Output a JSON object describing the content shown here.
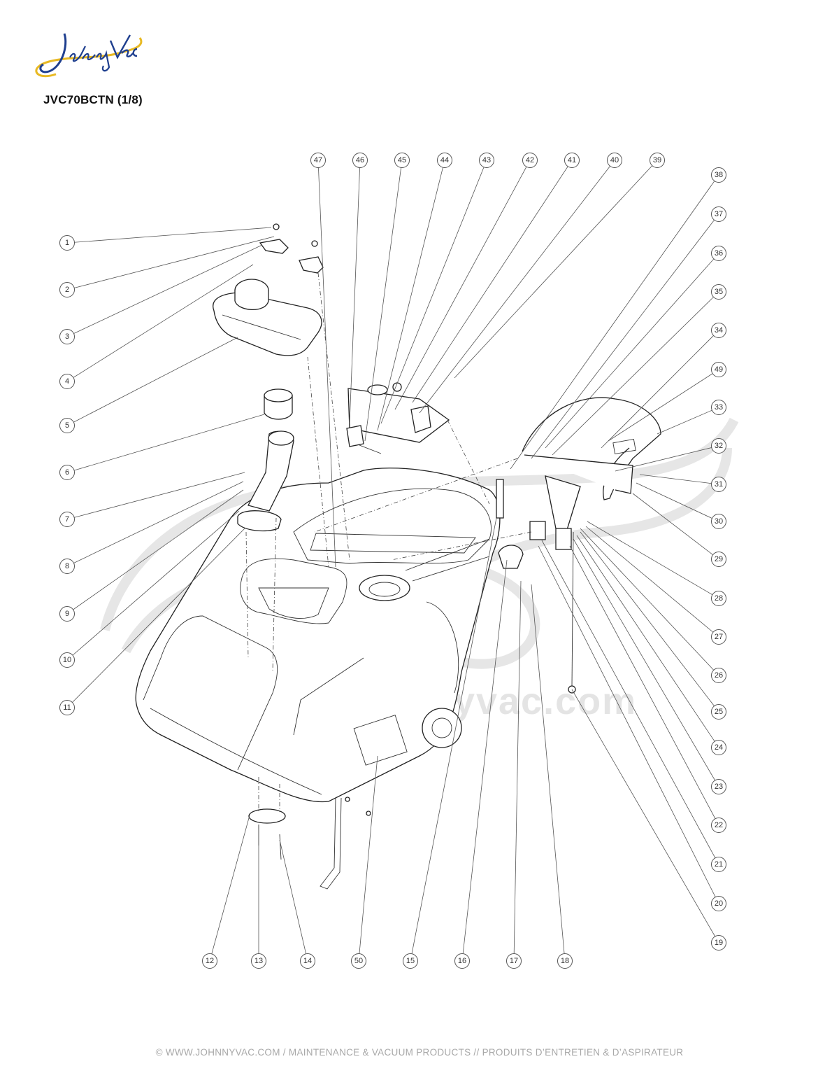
{
  "brand": {
    "logo_text": "JohnnyVac",
    "logo_color": "#1f3f8f",
    "logo_accent": "#e8b923"
  },
  "title": "JVC70BCTN (1/8)",
  "watermark": "www.johnnyvac.com",
  "callouts": [
    "1",
    "2",
    "3",
    "4",
    "5",
    "6",
    "7",
    "8",
    "9",
    "10",
    "11",
    "12",
    "13",
    "14",
    "15",
    "16",
    "17",
    "18",
    "19",
    "20",
    "21",
    "22",
    "23",
    "24",
    "25",
    "26",
    "27",
    "28",
    "29",
    "30",
    "31",
    "32",
    "33",
    "34",
    "35",
    "36",
    "37",
    "38",
    "39",
    "40",
    "41",
    "42",
    "43",
    "44",
    "45",
    "46",
    "47",
    "49",
    "50"
  ],
  "footer": "© WWW.JOHNNYVAC.COM / MAINTENANCE & VACUUM PRODUCTS  //  PRODUITS D’ENTRETIEN & D’ASPIRATEUR"
}
